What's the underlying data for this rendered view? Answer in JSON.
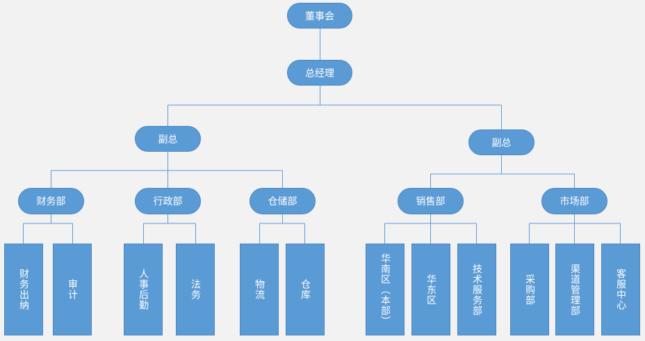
{
  "colors": {
    "node_fill": "#5b9bd5",
    "node_border": "#4a86bd",
    "connector": "#5b9bd5",
    "background": "#f2f2f2",
    "text": "#ffffff"
  },
  "org": {
    "board": "董事会",
    "gm": "总经理",
    "vp_left": "副总",
    "vp_right": "副总",
    "departments": {
      "finance": "财务部",
      "admin": "行政部",
      "warehouse": "仓储部",
      "sales": "销售部",
      "marketing": "市场部"
    },
    "teams": {
      "finance_cashier": "财务出纳",
      "audit": "审计",
      "hr_logistics": "人事后勤",
      "legal": "法务",
      "logistics": "物流",
      "storage": "仓库",
      "south_china": "华南区（本部）",
      "east_china": "华东区",
      "tech_service": "技术服务部",
      "purchasing": "采购部",
      "channel_mgmt": "渠道管理部",
      "customer_service": "客服中心"
    }
  }
}
